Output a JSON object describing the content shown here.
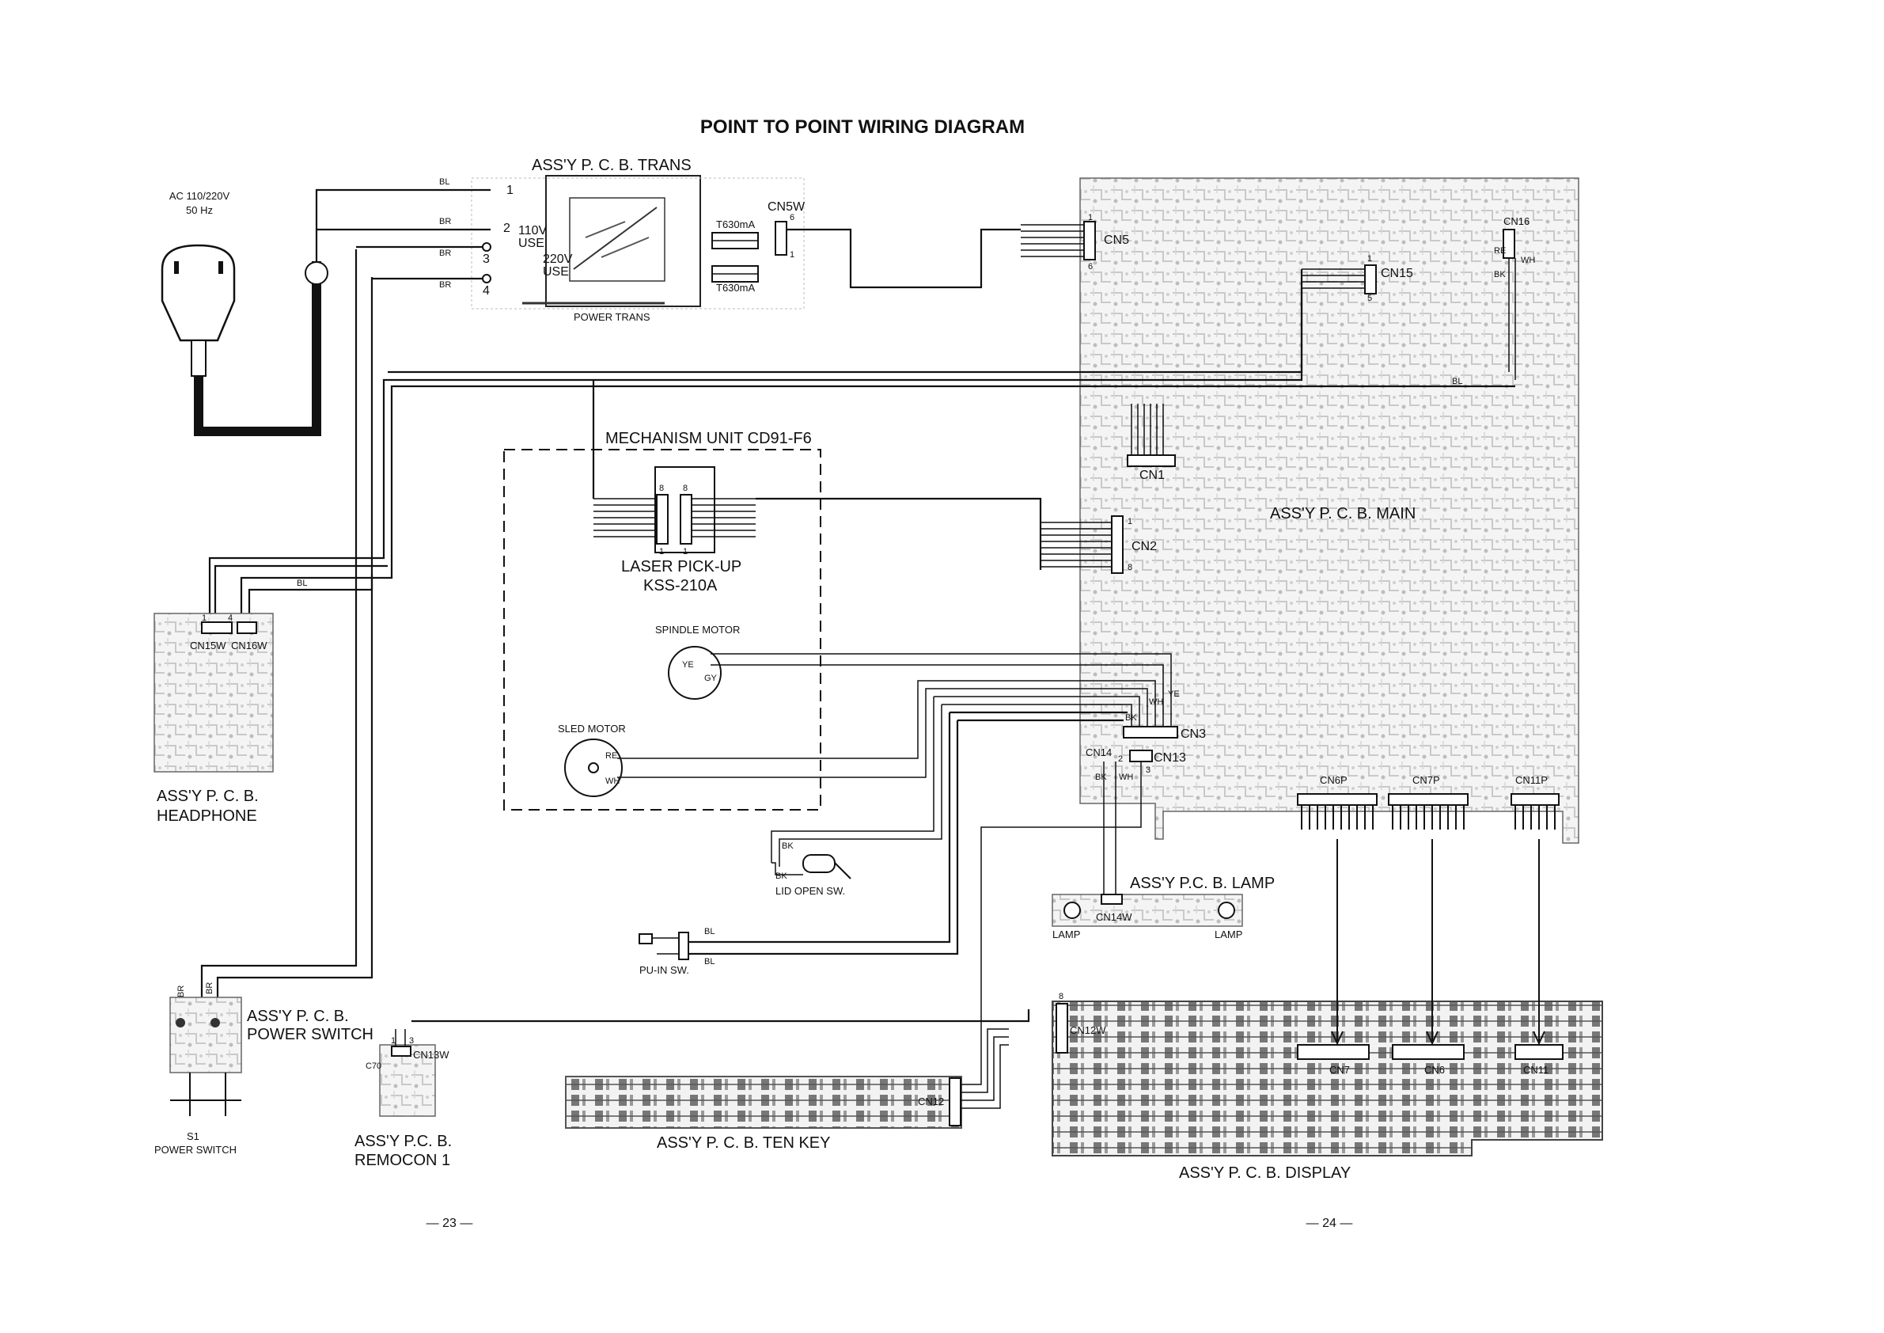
{
  "title": "POINT TO POINT WIRING DIAGRAM",
  "power_source": {
    "label_line1": "AC 110/220V",
    "label_line2": "50 Hz"
  },
  "trans": {
    "title": "ASS'Y P. C. B. TRANS",
    "power_trans": "POWER TRANS",
    "use110": "110V",
    "use110b": "USE",
    "use220": "220V",
    "use220b": "USE",
    "fuse1": "T630mA",
    "fuse2": "T630mA",
    "connector": "CN5W",
    "pins": [
      "1",
      "2",
      "3",
      "4"
    ],
    "pin6": "6",
    "pin1": "1"
  },
  "wire_colors": {
    "bl": "BL",
    "br": "BR",
    "bk": "BK",
    "re": "RE",
    "wh": "WH",
    "ye": "YE",
    "gy": "GY"
  },
  "main": {
    "title": "ASS'Y P. C. B. MAIN",
    "cn5": "CN5",
    "cn15": "CN15",
    "cn16": "CN16",
    "cn1": "CN1",
    "cn2": "CN2",
    "cn3": "CN3",
    "cn13": "CN13",
    "cn14": "CN14",
    "cn6p": "CN6P",
    "cn7p": "CN7P",
    "cn11p": "CN11P",
    "pin_1": "1",
    "pin_5": "5",
    "pin_6": "6",
    "pin_8": "8",
    "pin_2": "2",
    "pin_3": "3"
  },
  "mechanism": {
    "title": "MECHANISM UNIT CD91-F6",
    "pickup_line1": "LASER PICK-UP",
    "pickup_line2": "KSS-210A",
    "spindle": "SPINDLE MOTOR",
    "sled": "SLED MOTOR",
    "pin_8": "8",
    "pin_1": "1"
  },
  "headphone": {
    "title_line1": "ASS'Y P. C. B.",
    "title_line2": "HEADPHONE",
    "cn15w": "CN15W",
    "cn16w": "CN16W",
    "pin1": "1",
    "pin4": "4"
  },
  "power_switch": {
    "title_line1": "ASS'Y P. C. B.",
    "title_line2": "POWER SWITCH",
    "s1": "S1",
    "s1_label": "POWER SWITCH"
  },
  "remocon": {
    "title_line1": "ASS'Y P.C. B.",
    "title_line2": "REMOCON 1",
    "cn13w": "CN13W",
    "c70": "C70",
    "pin1": "1",
    "pin3": "3"
  },
  "lid_switch": "LID OPEN SW.",
  "pu_switch": "PU-IN SW.",
  "lamp": {
    "title": "ASS'Y P.C. B. LAMP",
    "cn14w": "CN14W",
    "lamp_left": "LAMP",
    "lamp_right": "LAMP"
  },
  "tenkey": {
    "title": "ASS'Y P. C. B. TEN KEY",
    "cn12": "CN12"
  },
  "display": {
    "title": "ASS'Y P. C. B. DISPLAY",
    "cn12w": "CN12W",
    "cn7": "CN7",
    "cn6": "CN6",
    "cn11": "CN11",
    "pin8": "8"
  },
  "page_numbers": {
    "left": "— 23 —",
    "right": "— 24 —"
  }
}
